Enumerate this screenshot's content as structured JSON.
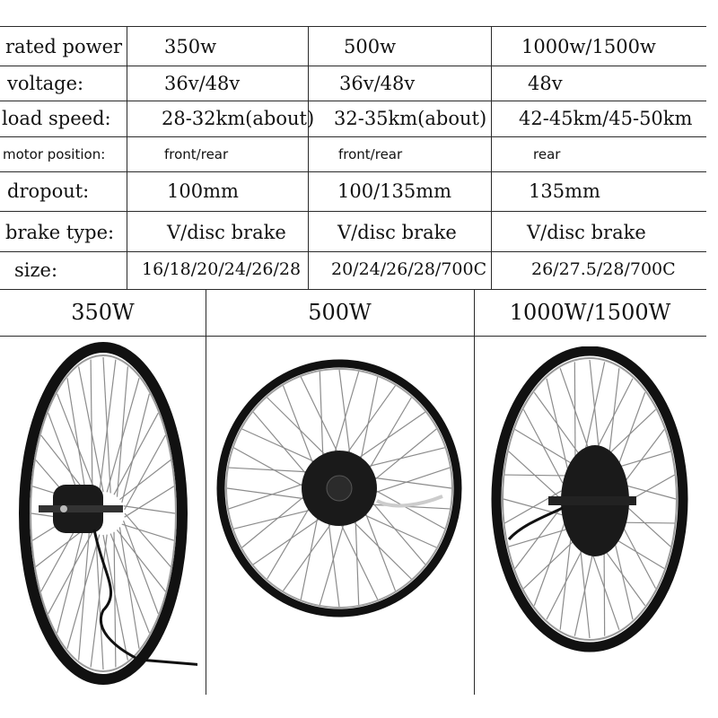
{
  "spec_table": {
    "rows": [
      {
        "label": "rated power",
        "values": [
          "350w",
          "500w",
          "1000w/1500w"
        ]
      },
      {
        "label": "voltage:",
        "values": [
          "36v/48v",
          "36v/48v",
          "48v"
        ]
      },
      {
        "label": "load speed:",
        "values": [
          "28-32km(about)",
          "32-35km(about)",
          "42-45km/45-50km"
        ]
      },
      {
        "label": "motor position:",
        "values": [
          "front/rear",
          "front/rear",
          "rear"
        ]
      },
      {
        "label": "dropout:",
        "values": [
          "100mm",
          "100/135mm",
          "135mm"
        ]
      },
      {
        "label": "brake type:",
        "values": [
          "V/disc brake",
          "V/disc brake",
          "V/disc brake"
        ]
      },
      {
        "label": "size:",
        "values": [
          "16/18/20/24/26/28",
          "20/24/26/28/700C",
          "26/27.5/28/700C"
        ]
      }
    ]
  },
  "photos": {
    "headers": [
      "350W",
      "500W",
      "1000W/1500W"
    ],
    "images": [
      {
        "icon": "hub-motor-wheel-350w"
      },
      {
        "icon": "hub-motor-wheel-500w"
      },
      {
        "icon": "hub-motor-wheel-1000w"
      }
    ]
  },
  "colors": {
    "rim": "#111111",
    "rim_silver": "#9a9a9a",
    "spoke": "#8c8c8c",
    "motor": "#1a1a1a"
  }
}
